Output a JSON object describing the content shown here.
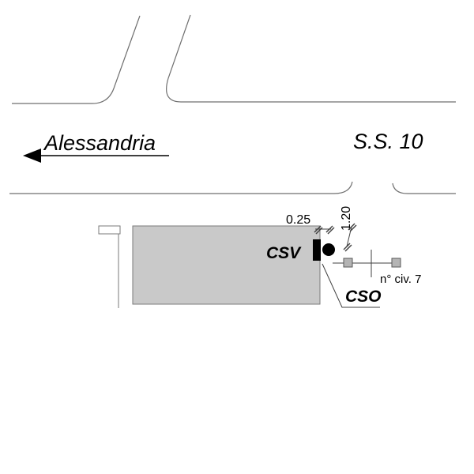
{
  "labels": {
    "destination": "Alessandria",
    "road_name": "S.S. 10",
    "dim_offset": "0.25",
    "dim_depth": "1.20",
    "csv": "CSV",
    "cso": "CSO",
    "civic_number": "n° civ. 7"
  },
  "colors": {
    "background": "#ffffff",
    "road_line": "#6f6f6f",
    "detail_line": "#404040",
    "text": "#000000",
    "building_fill": "#c9c9c9",
    "building_stroke": "#7a7a7a",
    "marker_fill": "#000000",
    "square_fill": "#b4b4b4",
    "square_stroke": "#5a5a5a"
  }
}
